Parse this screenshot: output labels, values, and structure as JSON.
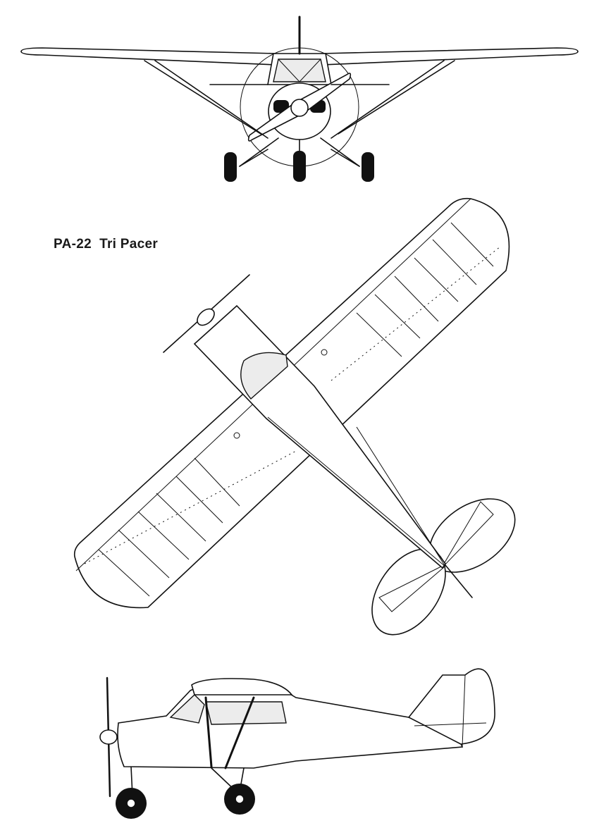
{
  "title": "PA-22  Tri Pacer",
  "views": {
    "front": "front-view",
    "top": "top-view",
    "side": "side-view"
  },
  "colors": {
    "line": "#111111",
    "glass": "#ececec",
    "background": "#ffffff"
  }
}
